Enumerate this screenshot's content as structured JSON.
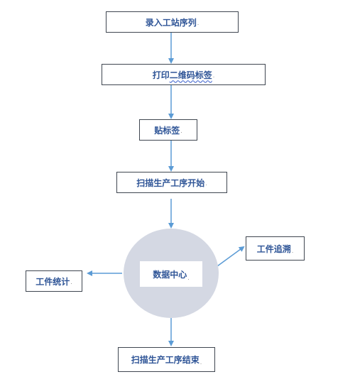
{
  "nodes": {
    "n1": {
      "label": "录入工站序列",
      "mark": "."
    },
    "n2": {
      "label_prefix": "打印",
      "label_wavy": "二维码标签",
      "mark": "."
    },
    "n3": {
      "label": "贴标签",
      "mark": "."
    },
    "n4": {
      "label": "扫描生产工序开始",
      "mark": "."
    },
    "center": {
      "label": "数据中心",
      "mark": "."
    },
    "trace": {
      "label": "工件追溯",
      "mark": "."
    },
    "stats": {
      "label": "工件统计",
      "mark": "."
    },
    "end": {
      "label": "扫描生产工序结束",
      "mark": "."
    }
  },
  "colors": {
    "arrow": "#5b9bd5",
    "text": "#2f5597",
    "circle": "#d4d8e3",
    "border": "#3f4650"
  }
}
